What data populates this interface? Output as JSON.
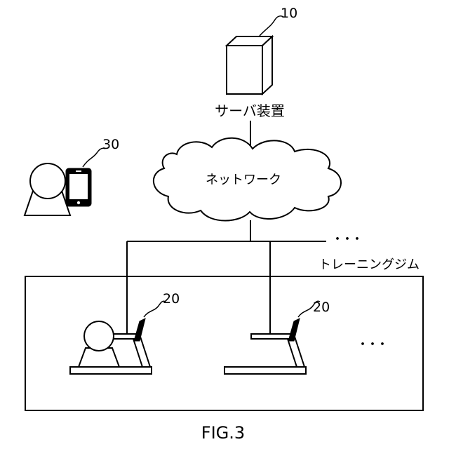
{
  "figure": {
    "caption": "FIG.3",
    "server": {
      "ref": "10",
      "label": "サーバ装置"
    },
    "network": {
      "label": "ネットワーク"
    },
    "user": {
      "ref": "30"
    },
    "gym": {
      "label": "トレーニングジム"
    },
    "machines": [
      {
        "ref": "20"
      },
      {
        "ref": "20"
      }
    ],
    "continuation_top": "・・・",
    "continuation_gym": "・・・"
  }
}
